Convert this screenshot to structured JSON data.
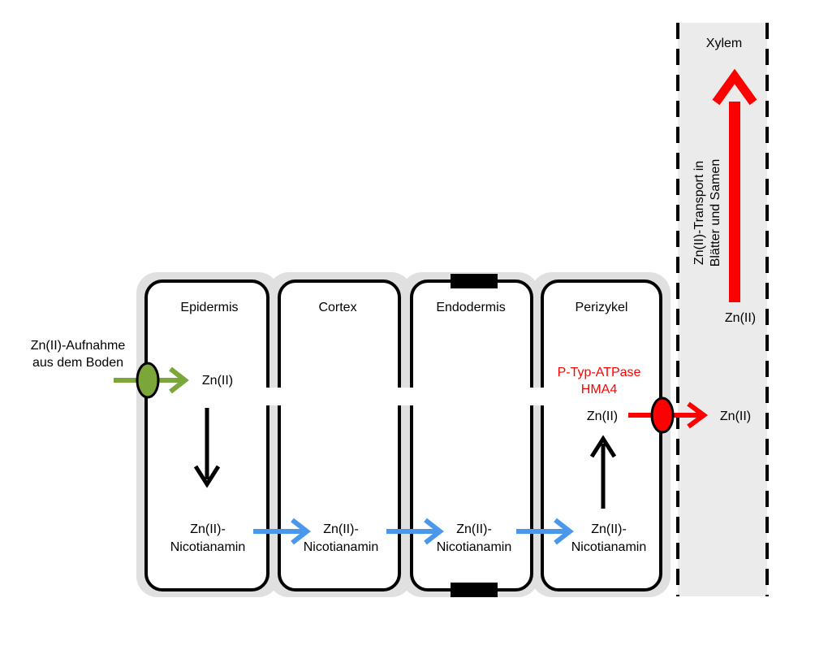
{
  "colors": {
    "cell_border": "#000000",
    "cell_halo": "#e0e0e0",
    "xylem_bg": "#ebebeb",
    "green": "#7ba63a",
    "blue": "#4a98ec",
    "red": "#ff0000",
    "black": "#000000"
  },
  "cells": [
    {
      "label": "Epidermis",
      "species_top": "Zn(II)",
      "complex_line1": "Zn(II)-",
      "complex_line2": "Nicotianamin"
    },
    {
      "label": "Cortex",
      "complex_line1": "Zn(II)-",
      "complex_line2": "Nicotianamin"
    },
    {
      "label": "Endodermis",
      "complex_line1": "Zn(II)-",
      "complex_line2": "Nicotianamin"
    },
    {
      "label": "Perizykel",
      "transporter_line1": "P-Typ-ATPase",
      "transporter_line2": "HMA4",
      "species_top": "Zn(II)",
      "complex_line1": "Zn(II)-",
      "complex_line2": "Nicotianamin"
    }
  ],
  "uptake": {
    "line1": "Zn(II)-Aufnahme",
    "line2": "aus dem Boden"
  },
  "xylem": {
    "title": "Xylem",
    "transport_line1": "Zn(II)-Transport in",
    "transport_line2": "Blätter und Samen",
    "species_upper": "Zn(II)",
    "species_lower": "Zn(II)"
  }
}
